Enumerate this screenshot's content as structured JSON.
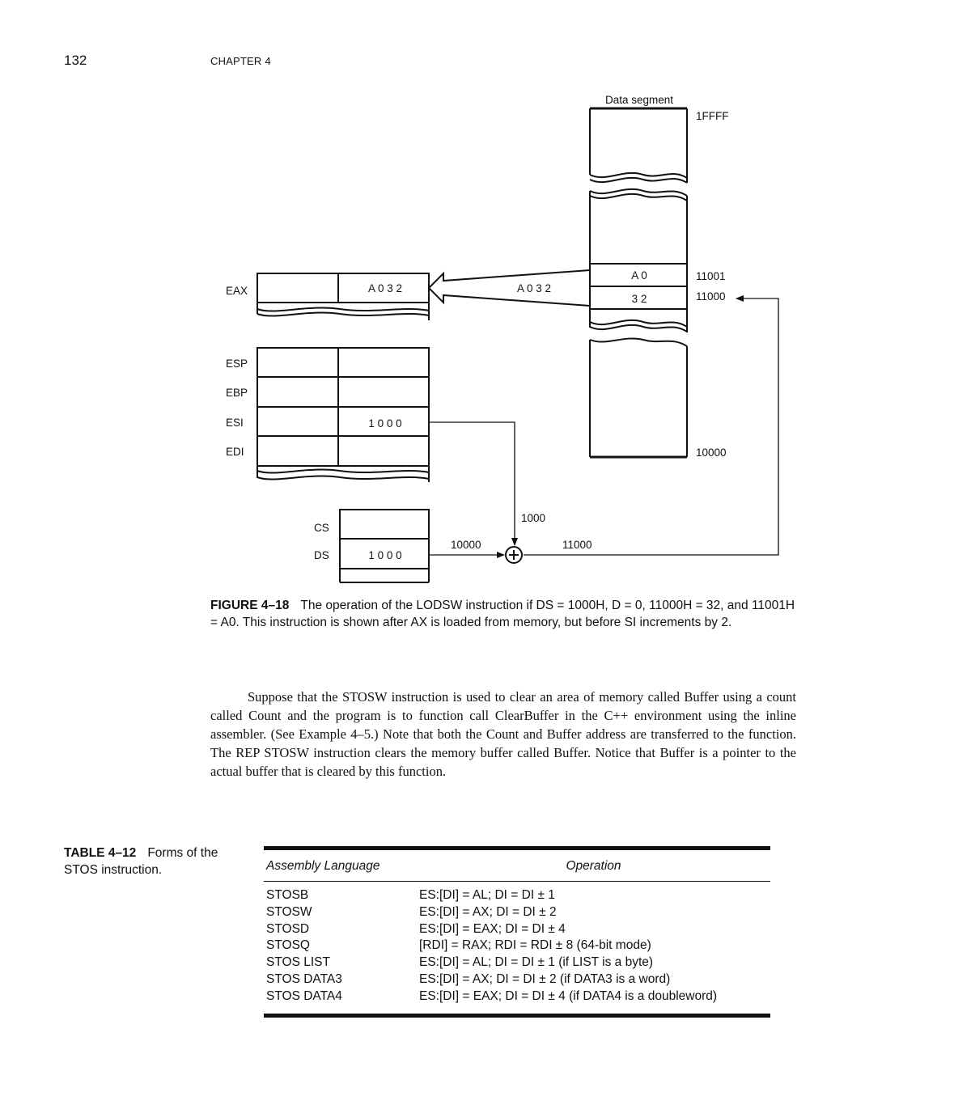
{
  "page": {
    "number": "132",
    "running_head": "CHAPTER 4"
  },
  "figure": {
    "labels": {
      "data_segment": "Data segment",
      "addr_top": "1FFFF",
      "addr_11001": "11001",
      "addr_11000": "11000",
      "addr_10000": "10000",
      "mem_hi": "A 0",
      "mem_lo": "3 2",
      "arrow_value": "A 0 3 2",
      "eax": "EAX",
      "eax_value": "A 0 3 2",
      "esp": "ESP",
      "ebp": "EBP",
      "esi": "ESI",
      "esi_value": "1 0 0 0",
      "edi": "EDI",
      "cs": "CS",
      "ds": "DS",
      "ds_value": "1 0 0 0",
      "offset_1000": "1000",
      "sum_10000": "10000",
      "sum_11000": "11000"
    },
    "caption_label": "FIGURE 4–18",
    "caption_text": "The operation of the LODSW instruction if DS = 1000H, D = 0, 11000H = 32, and 11001H = A0. This instruction is shown after AX is loaded from memory, but before SI increments by 2."
  },
  "body_text": "Suppose that the STOSW instruction is used to clear an area of memory called Buffer using a count called Count and the program is to function call ClearBuffer in the C++ environment using the inline assembler. (See Example 4–5.) Note that both the Count and Buffer address are transferred to the function. The REP STOSW instruction clears the memory buffer called Buffer. Notice that Buffer is a pointer to the actual buffer that is cleared by this function.",
  "table": {
    "caption_label": "TABLE 4–12",
    "caption_text": "Forms of the STOS instruction.",
    "headers": [
      "Assembly Language",
      "Operation"
    ],
    "rows": [
      [
        "STOSB",
        "ES:[DI] = AL; DI = DI ± 1"
      ],
      [
        "STOSW",
        "ES:[DI] = AX; DI = DI ± 2"
      ],
      [
        "STOSD",
        "ES:[DI] = EAX; DI = DI ± 4"
      ],
      [
        "STOSQ",
        "[RDI] = RAX; RDI = RDI ± 8 (64-bit mode)"
      ],
      [
        "STOS LIST",
        "ES:[DI] = AL; DI = DI ± 1 (if LIST is a byte)"
      ],
      [
        "STOS DATA3",
        "ES:[DI] = AX; DI = DI ± 2 (if DATA3 is a word)"
      ],
      [
        "STOS DATA4",
        "ES:[DI] = EAX; DI = DI ± 4 (if DATA4 is a doubleword)"
      ]
    ]
  }
}
